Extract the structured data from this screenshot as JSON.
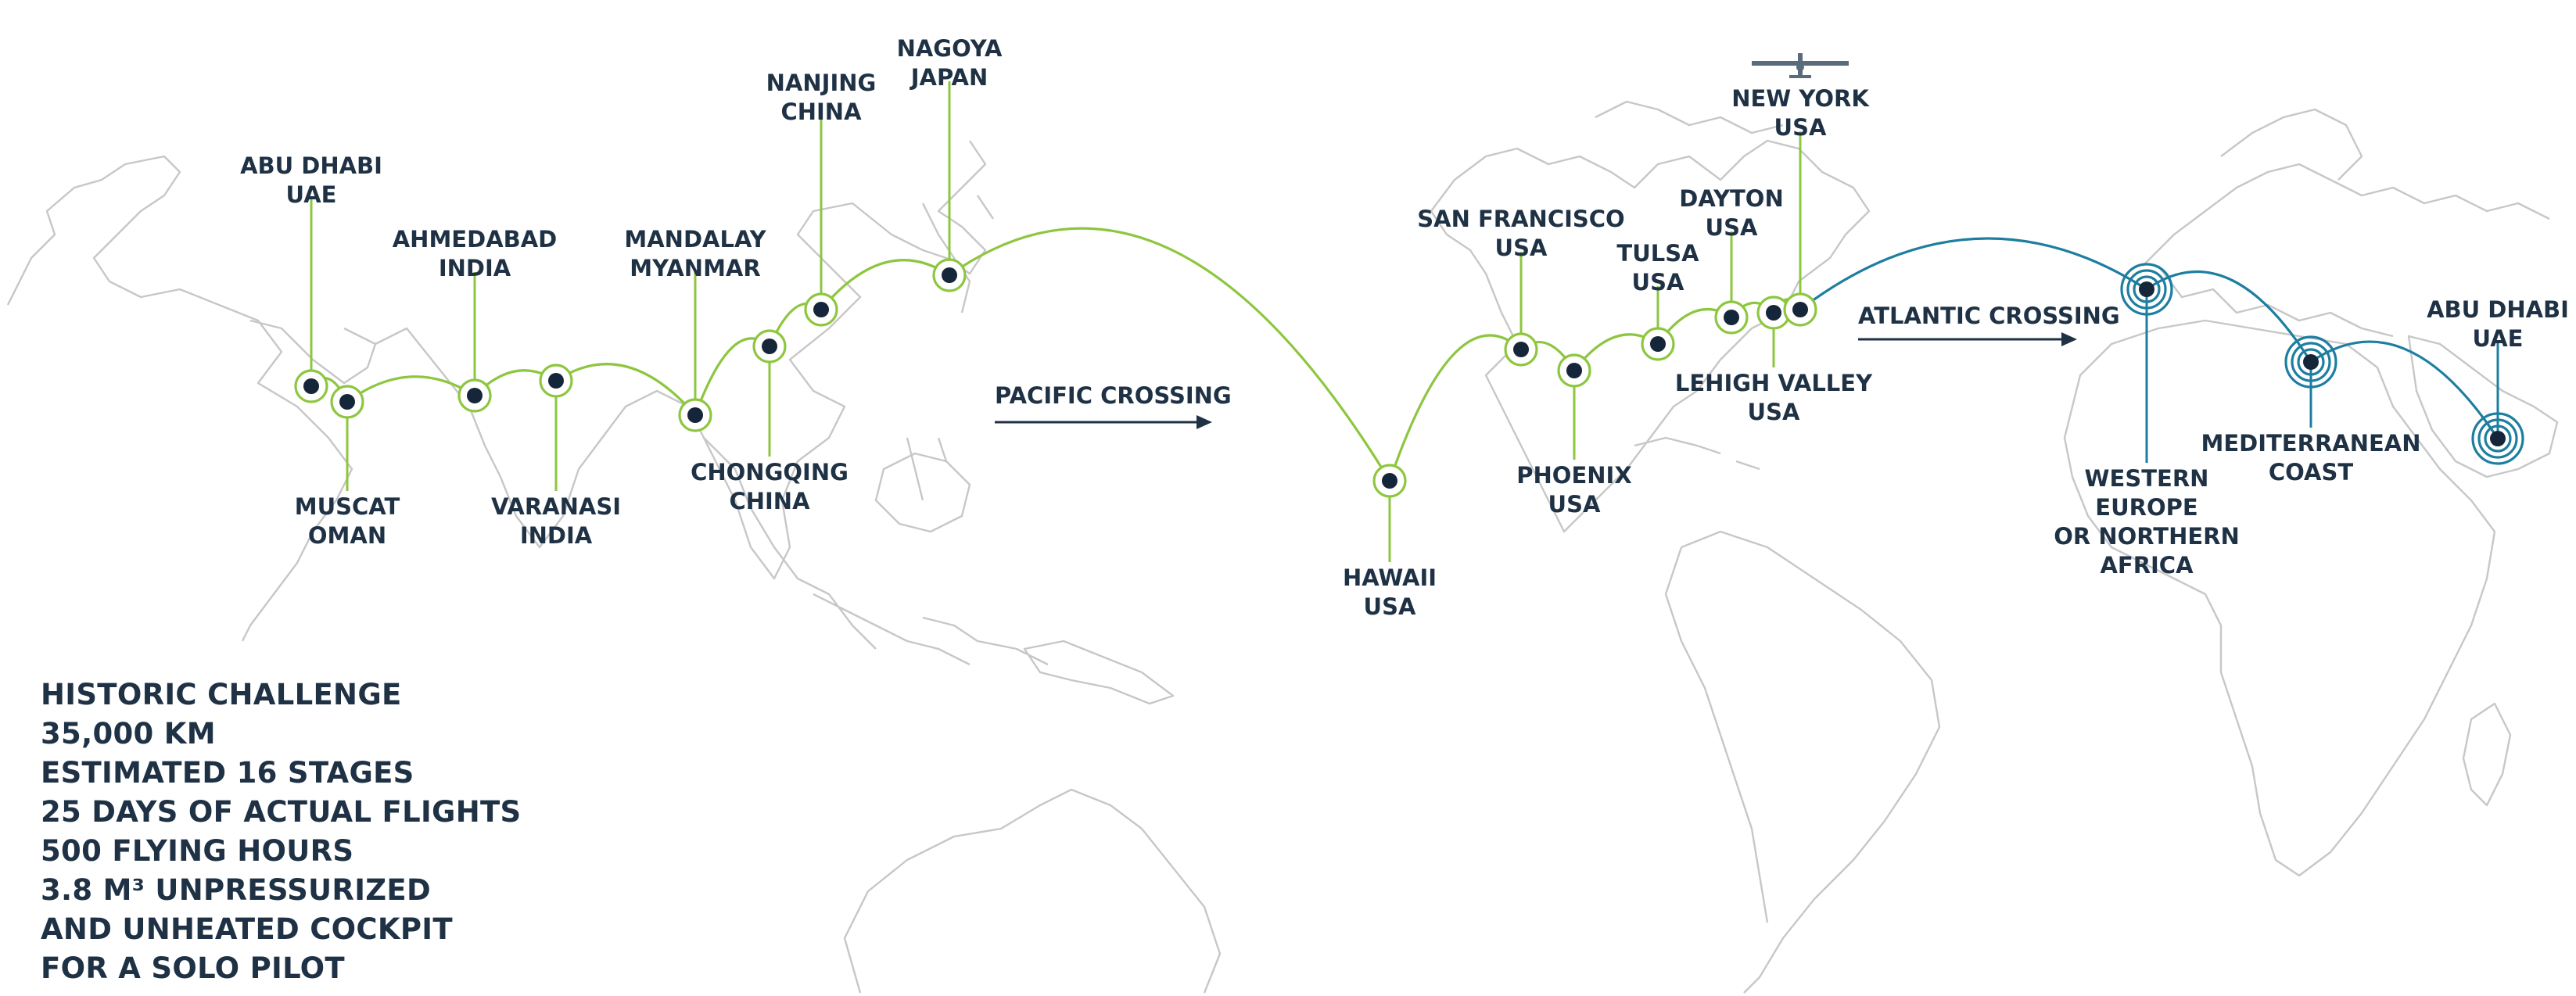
{
  "map": {
    "stops": [
      {
        "id": "abu-dhabi-start",
        "lines": [
          "ABU DHABI",
          "UAE"
        ],
        "lon": 54.4,
        "lat": 24.5,
        "color": "green"
      },
      {
        "id": "muscat",
        "lines": [
          "MUSCAT",
          "OMAN"
        ],
        "lon": 58.4,
        "lat": 23.6,
        "color": "green"
      },
      {
        "id": "ahmedabad",
        "lines": [
          "AHMEDABAD",
          "INDIA"
        ],
        "lon": 72.6,
        "lat": 23.0,
        "color": "green"
      },
      {
        "id": "varanasi",
        "lines": [
          "VARANASI",
          "INDIA"
        ],
        "lon": 83.0,
        "lat": 25.3,
        "color": "green"
      },
      {
        "id": "mandalay",
        "lines": [
          "MANDALAY",
          "MYANMAR"
        ],
        "lon": 96.1,
        "lat": 21.9,
        "color": "green"
      },
      {
        "id": "chongqing",
        "lines": [
          "CHONGQING",
          "CHINA"
        ],
        "lon": 106.5,
        "lat": 29.6,
        "color": "green"
      },
      {
        "id": "nanjing",
        "lines": [
          "NANJING",
          "CHINA"
        ],
        "lon": 118.8,
        "lat": 32.1,
        "color": "green"
      },
      {
        "id": "nagoya",
        "lines": [
          "NAGOYA",
          "JAPAN"
        ],
        "lon": 136.9,
        "lat": 35.2,
        "color": "green"
      },
      {
        "id": "hawaii",
        "lines": [
          "HAWAII",
          "USA"
        ],
        "lon": -157.9,
        "lat": 21.3,
        "color": "green"
      },
      {
        "id": "san-francisco",
        "lines": [
          "SAN  FRANCISCO",
          "USA"
        ],
        "lon": -122.4,
        "lat": 37.8,
        "color": "green"
      },
      {
        "id": "phoenix",
        "lines": [
          "PHOENIX",
          "USA"
        ],
        "lon": -112.1,
        "lat": 33.4,
        "color": "green"
      },
      {
        "id": "tulsa",
        "lines": [
          "TULSA",
          "USA"
        ],
        "lon": -96.0,
        "lat": 36.2,
        "color": "green"
      },
      {
        "id": "dayton",
        "lines": [
          "DAYTON",
          "USA"
        ],
        "lon": -84.2,
        "lat": 39.8,
        "color": "green"
      },
      {
        "id": "lehigh-valley",
        "lines": [
          "LEHIGH VALLEY",
          "USA"
        ],
        "lon": -75.4,
        "lat": 40.6,
        "color": "green"
      },
      {
        "id": "new-york",
        "lines": [
          "NEW YORK",
          "USA"
        ],
        "lon": -74.0,
        "lat": 40.7,
        "color": "green"
      },
      {
        "id": "western-europe",
        "lines": [
          "WESTERN",
          "EUROPE",
          "OR NORTHERN",
          "AFRICA"
        ],
        "lon": -5.0,
        "lat": 40.0,
        "color": "blue"
      },
      {
        "id": "mediterranean",
        "lines": [
          "MEDITERRANEAN",
          "COAST"
        ],
        "lon": 29.0,
        "lat": 32.0,
        "color": "blue"
      },
      {
        "id": "abu-dhabi-end",
        "lines": [
          "ABU DHABI",
          "UAE"
        ],
        "lon": 54.4,
        "lat": 24.5,
        "color": "blue"
      }
    ],
    "crossings": {
      "pacific": "PACIFIC CROSSING",
      "atlantic": "ATLANTIC CROSSING"
    },
    "colors": {
      "asia_leg": "#8dc63f",
      "europe_leg": "#1d7ea0",
      "marker": "#16263a",
      "text": "#1f3245",
      "land_outline": "#c7c7c7"
    },
    "icons": [
      "solar-plane-icon"
    ]
  },
  "stats": [
    "HISTORIC CHALLENGE",
    "35,000 KM",
    "ESTIMATED 16 STAGES",
    "25 DAYS OF ACTUAL FLIGHTS",
    "500 FLYING HOURS",
    "3.8 M³ UNPRESSURIZED",
    "AND UNHEATED COCKPIT",
    "FOR A SOLO PILOT"
  ]
}
